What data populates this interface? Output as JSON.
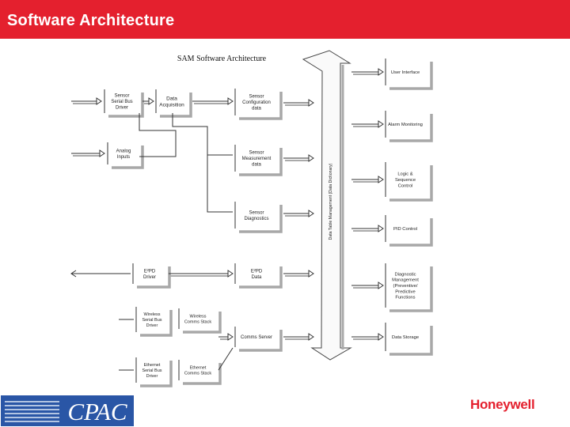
{
  "slide_title": "Software Architecture",
  "diagram": {
    "title": "SAM Software Architecture",
    "bus_label": "Data Table Management (Data Dictionary)",
    "left_blocks": {
      "sensor_serial_bus_driver": [
        "Sensor",
        "Serial Bus",
        "Driver"
      ],
      "data_acquisition": [
        "Data",
        "Acquisition"
      ],
      "analog_inputs": [
        "Analog",
        "Inputs"
      ],
      "sensor_configuration_data": [
        "Sensor",
        "Configuration",
        "data"
      ],
      "sensor_measurement_data": [
        "Sensor",
        "Measurement",
        "data"
      ],
      "sensor_diagnostics": [
        "Sensor",
        "Diagnostics"
      ],
      "e2prom_driver": [
        "E²PD",
        "Driver"
      ],
      "e2prom_data": [
        "E²PD",
        "Data"
      ],
      "wireless_serial_bus_driver": [
        "Wireless",
        "Serial Bus",
        "Driver"
      ],
      "wireless_comms_stack": [
        "Wireless",
        "Comms Stack"
      ],
      "comms_server": [
        "Comms Server"
      ],
      "ethernet_serial_bus_driver": [
        "Ethernet",
        "Serial Bus",
        "Driver"
      ],
      "ethernet_comms_stack": [
        "Ethernet",
        "Comms Stack"
      ]
    },
    "right_blocks": [
      [
        "User Interface"
      ],
      [
        "Alarm Monitoring"
      ],
      [
        "Logic &",
        "Sequence",
        "Control"
      ],
      [
        "PID Control"
      ],
      [
        "Diagnostic",
        "Management",
        "(Preventive/",
        "Predictive",
        "Functions"
      ],
      [
        "Data Storage"
      ]
    ]
  },
  "logo_left": "CPAC",
  "logo_right": "Honeywell",
  "colors": {
    "title_bar": "#e4202e",
    "brand_text": "#e4202e",
    "cpac_blue": "#2a56a6"
  }
}
